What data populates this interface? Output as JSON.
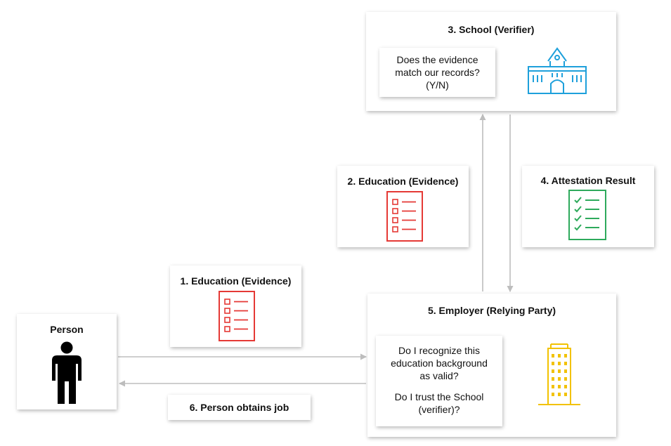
{
  "person": {
    "title": "Person"
  },
  "step1": {
    "title": "1. Education (Evidence)"
  },
  "step2": {
    "title": "2. Education (Evidence)"
  },
  "step3": {
    "title": "3. School (Verifier)",
    "question_lines": [
      "Does the evidence",
      "match our records?",
      "(Y/N)"
    ]
  },
  "step4": {
    "title": "4. Attestation Result"
  },
  "step5": {
    "title": "5. Employer (Relying Party)",
    "question_lines": [
      "Do I recognize this",
      "education background",
      "as valid?",
      "",
      "Do I trust the School",
      "(verifier)?"
    ]
  },
  "step6": {
    "title": "6. Person obtains job"
  },
  "colors": {
    "evidence": "#e53935",
    "attestation": "#2eaa5c",
    "school": "#1ea0db",
    "employer": "#f2c200",
    "arrow": "#bdbdbd"
  },
  "icons": {
    "person": "person-icon",
    "evidence": "checklist-icon",
    "attestation": "checkmark-list-icon",
    "school": "school-building-icon",
    "employer": "office-building-icon"
  }
}
